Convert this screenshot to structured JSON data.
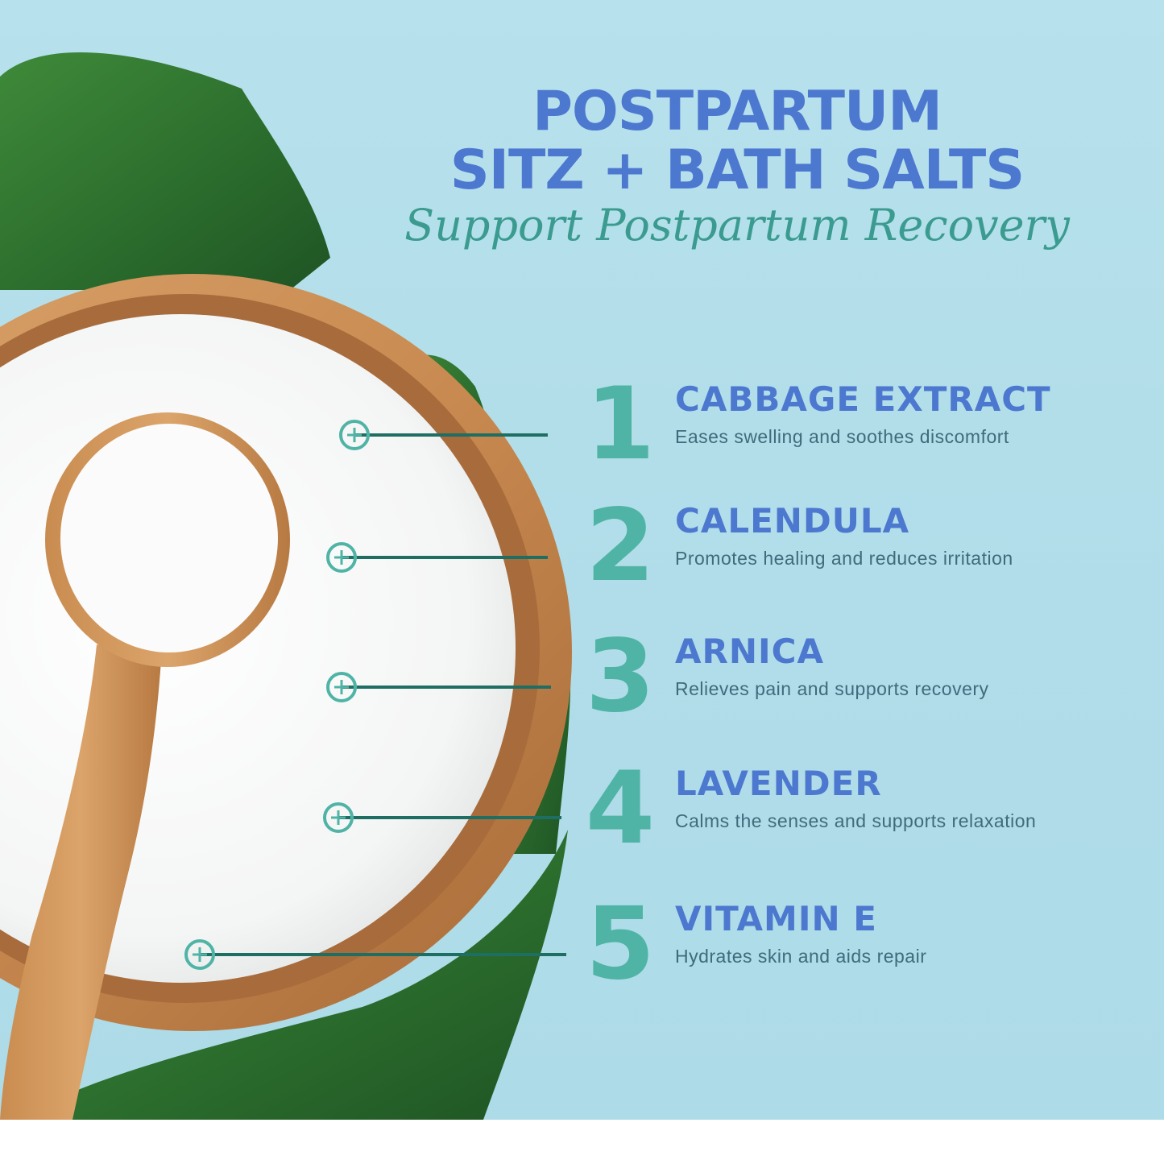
{
  "title_line1": "POSTPARTUM",
  "title_line2": "SITZ + BATH SALTS",
  "subtitle": "Support Postpartum Recovery",
  "colors": {
    "title": "#4d78cf",
    "subtitle": "#3b9b90",
    "number": "#4fb4a6",
    "description": "#3f6b7b",
    "background": "#b7e1ec",
    "pointer_line": "#1f6e63"
  },
  "ingredients": [
    {
      "number": "1",
      "name": "CABBAGE EXTRACT",
      "description": "Eases swelling and soothes discomfort"
    },
    {
      "number": "2",
      "name": "CALENDULA",
      "description": "Promotes healing and reduces irritation"
    },
    {
      "number": "3",
      "name": "ARNICA",
      "description": "Relieves pain and supports recovery"
    },
    {
      "number": "4",
      "name": "LAVENDER",
      "description": "Calms the senses and supports relaxation"
    },
    {
      "number": "5",
      "name": "VITAMIN E",
      "description": "Hydrates skin and aids repair"
    }
  ]
}
